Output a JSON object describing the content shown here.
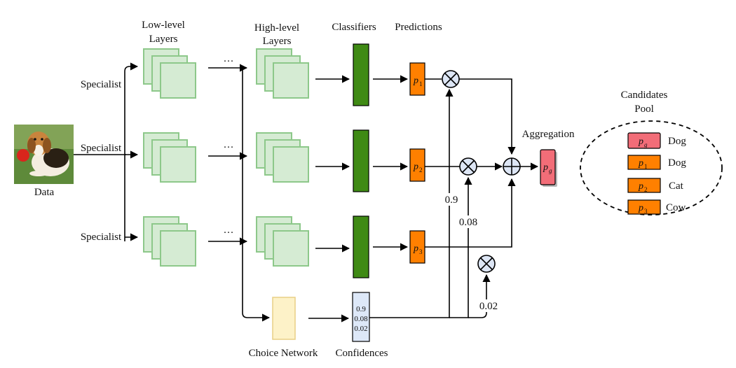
{
  "column_labels": {
    "low_level_line1": "Low-level",
    "low_level_line2": "Layers",
    "high_level_line1": "High-level",
    "high_level_line2": "Layers",
    "classifiers": "Classifiers",
    "predictions": "Predictions",
    "aggregation": "Aggregation",
    "choice_network": "Choice Network",
    "confidences": "Confidences"
  },
  "data_label": "Data",
  "ellipsis": "···",
  "specialists": [
    "Specialist",
    "Specialist",
    "Specialist"
  ],
  "predictions": [
    {
      "letter": "p",
      "sub": "1"
    },
    {
      "letter": "p",
      "sub": "2"
    },
    {
      "letter": "p",
      "sub": "3"
    }
  ],
  "aggregated": {
    "letter": "p",
    "sub": "g"
  },
  "confidences": [
    "0.9",
    "0.08",
    "0.02"
  ],
  "weights": [
    "0.9",
    "0.08",
    "0.02"
  ],
  "candidates_pool": {
    "title_line1": "Candidates",
    "title_line2": "Pool",
    "items": [
      {
        "letter": "p",
        "sub": "g",
        "label": "Dog",
        "color": "#f26d78"
      },
      {
        "letter": "p",
        "sub": "1",
        "label": "Dog",
        "color": "#ff8000"
      },
      {
        "letter": "p",
        "sub": "2",
        "label": "Cat",
        "color": "#ff8000"
      },
      {
        "letter": "p",
        "sub": "3",
        "label": "Cow",
        "color": "#ff8000"
      }
    ]
  },
  "colors": {
    "layer_fill": "#d5ebd3",
    "layer_stroke": "#8dc88a",
    "classifier": "#3f8a14",
    "prediction": "#ff8000",
    "aggregated": "#f26d78",
    "choice_network": "#fdf2c8",
    "confidence_box": "#dde8f8",
    "operator": "#dde6f5"
  }
}
